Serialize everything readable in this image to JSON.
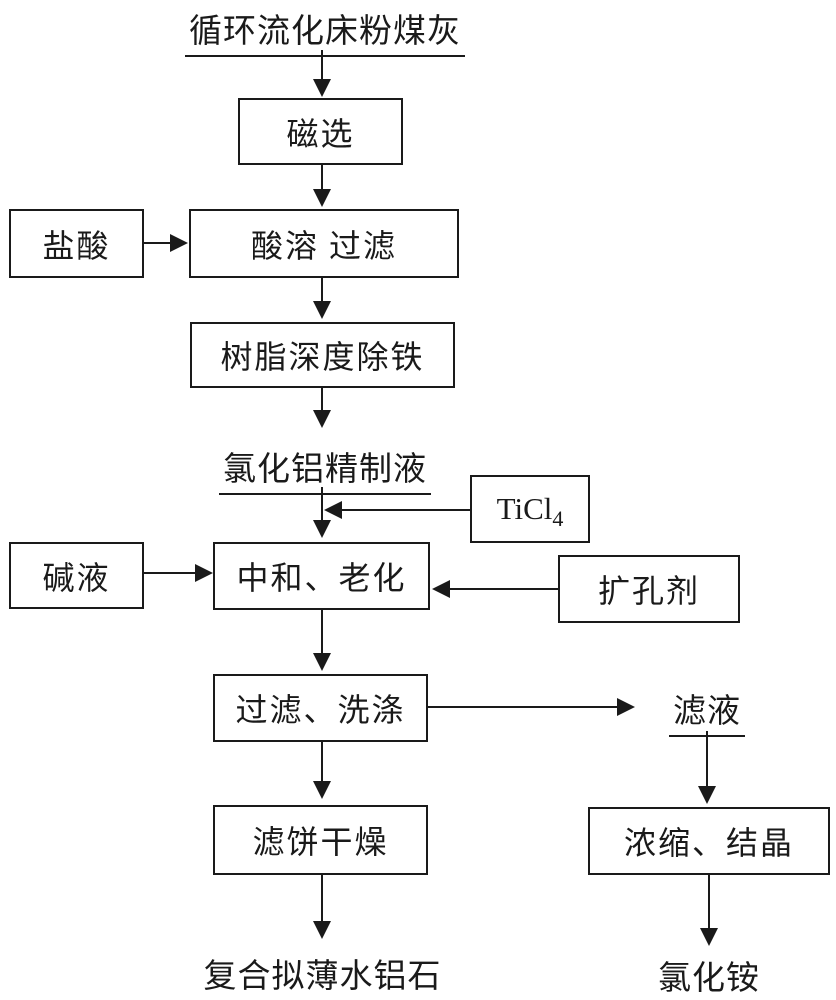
{
  "diagram": {
    "title": "循环流化床粉煤灰",
    "boxes": {
      "magnetic_separation": "磁选",
      "hydrochloric_acid": "盐酸",
      "acid_dissolve_filter": "酸溶 过滤",
      "resin_iron_removal": "树脂深度除铁",
      "ticl4_base": "TiCl",
      "ticl4_sub": "4",
      "alkali_liquor": "碱液",
      "neutralize_aging": "中和、老化",
      "pore_expanding_agent": "扩孔剂",
      "filter_wash": "过滤、洗涤",
      "filter_cake_drying": "滤饼干燥",
      "concentrate_crystallize": "浓缩、结晶"
    },
    "labels": {
      "refined_aluminum_chloride": "氯化铝精制液",
      "filtrate": "滤液",
      "main_product": "复合拟薄水铝石",
      "byproduct": "氯化铵"
    },
    "colors": {
      "line": "#1a1a1a",
      "background": "#ffffff"
    }
  }
}
